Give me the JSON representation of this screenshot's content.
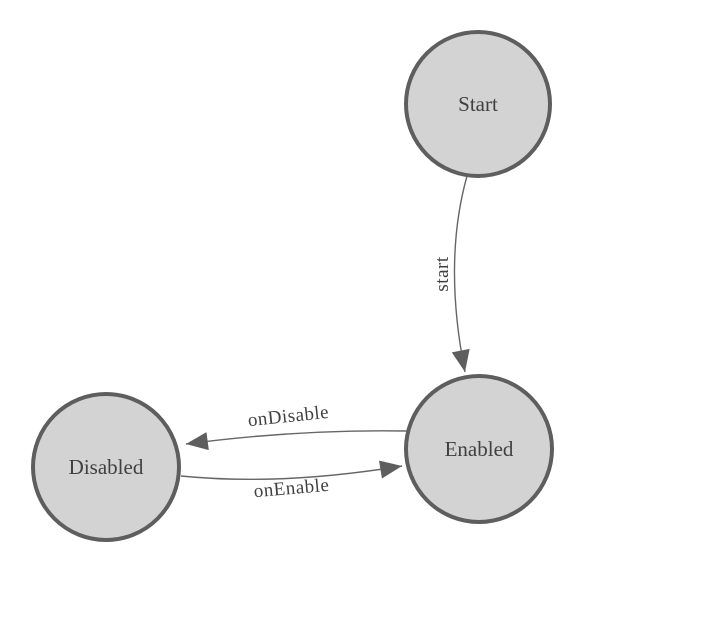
{
  "diagram": {
    "type": "state-machine",
    "nodes": [
      {
        "id": "start",
        "label": "Start"
      },
      {
        "id": "enabled",
        "label": "Enabled"
      },
      {
        "id": "disabled",
        "label": "Disabled"
      }
    ],
    "edges": [
      {
        "id": "start-to-enabled",
        "from": "start",
        "to": "enabled",
        "label": "start"
      },
      {
        "id": "enabled-to-disabled",
        "from": "enabled",
        "to": "disabled",
        "label": "onDisable"
      },
      {
        "id": "disabled-to-enabled",
        "from": "disabled",
        "to": "enabled",
        "label": "onEnable"
      }
    ],
    "colors": {
      "node_fill": "#d3d3d3",
      "node_stroke": "#5e5e5e",
      "edge_stroke": "#666666",
      "arrow_fill": "#5e5e5e",
      "text_color": "#404040",
      "background": "#ffffff"
    }
  }
}
